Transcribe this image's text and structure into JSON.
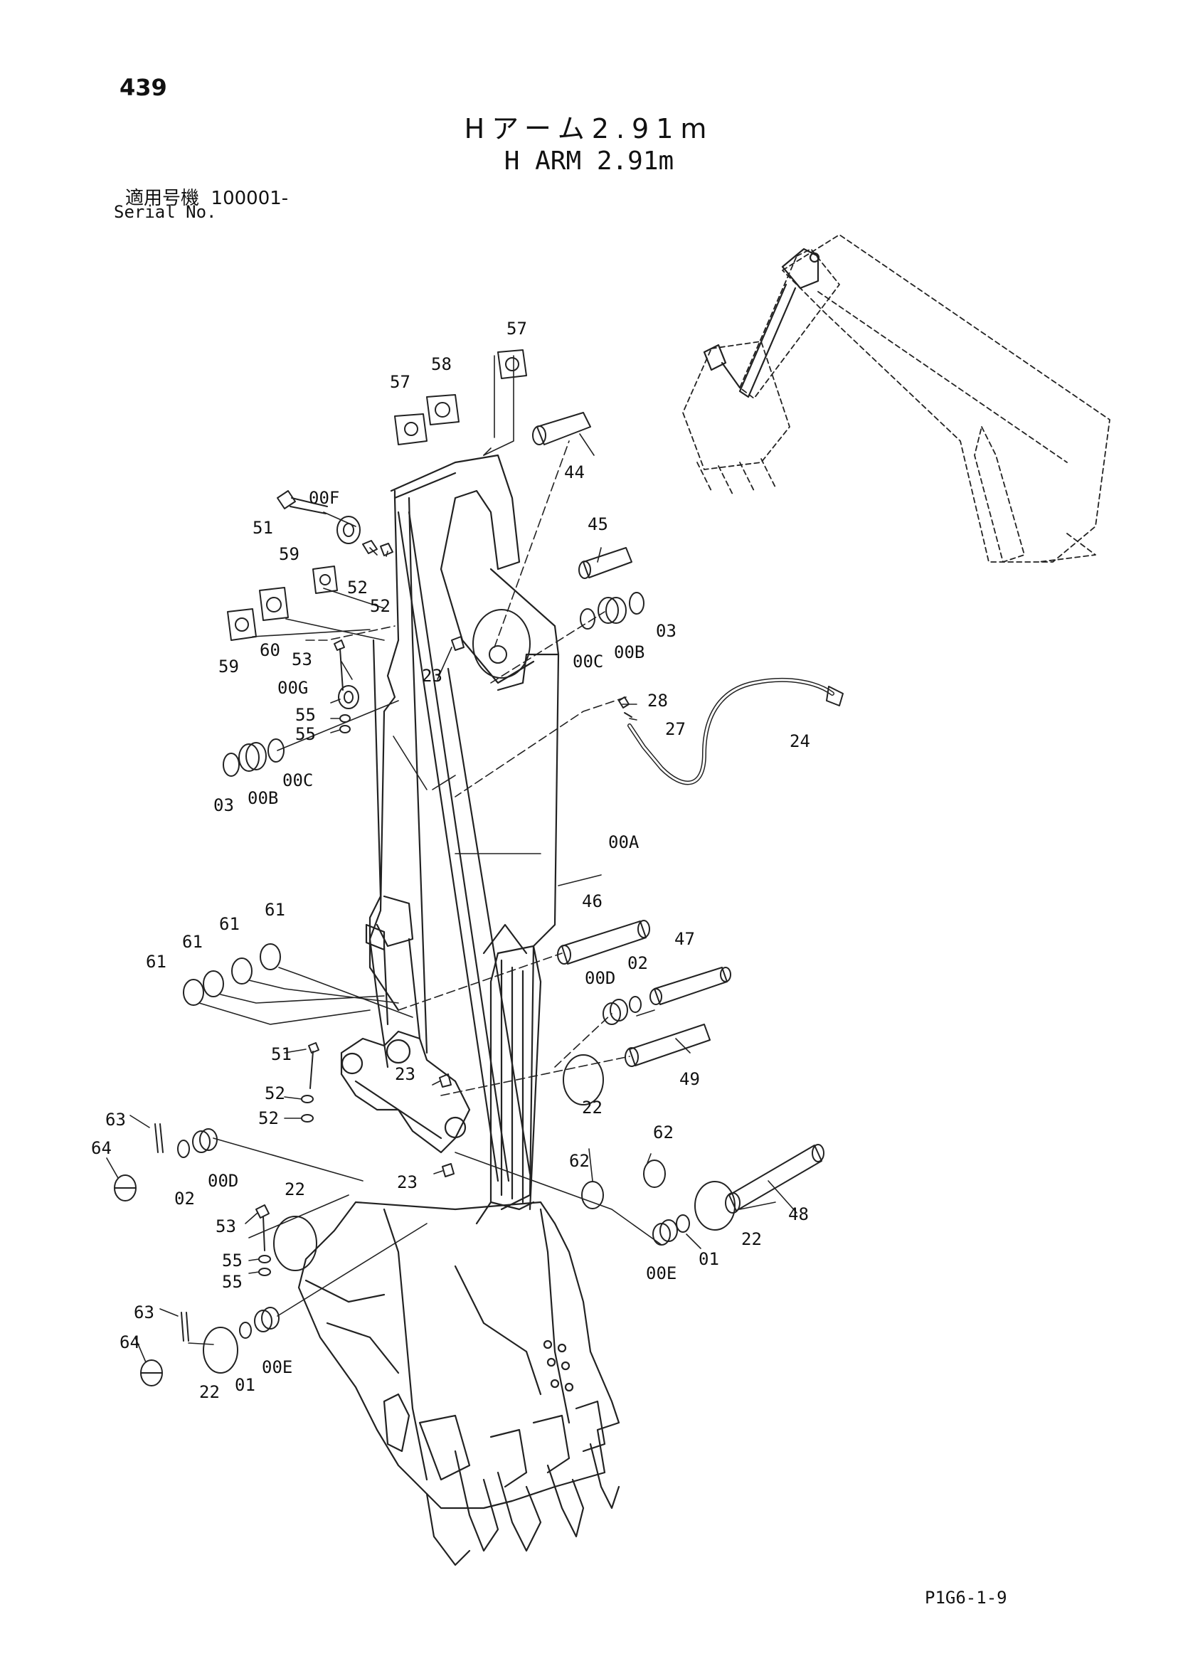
{
  "page_number": "439",
  "title_jp": "Hアーム2.91m",
  "title_en": "H ARM 2.91m",
  "serial_label_jp": "適用号機",
  "serial_value": "100001-",
  "serial_label_en": "Serial No.",
  "doc_code": "P1G6-1-9",
  "parts": {
    "p57a": "57",
    "p58": "58",
    "p57b": "57",
    "p44": "44",
    "p00F": "00F",
    "p51a": "51",
    "p52a": "52",
    "p52b": "52",
    "p59a": "59",
    "p59b": "59",
    "p60": "60",
    "p45": "45",
    "p00C_r": "00C",
    "p00B_r": "00B",
    "p03_r": "03",
    "p53a": "53",
    "p23a": "23",
    "p00G": "00G",
    "p55a": "55",
    "p55b": "55",
    "p28": "28",
    "p27": "27",
    "p24": "24",
    "p03_l": "03",
    "p00B_l": "00B",
    "p00C_l": "00C",
    "p00A": "00A",
    "p46": "46",
    "p47": "47",
    "p00D_r": "00D",
    "p02_r": "02",
    "p61a": "61",
    "p61b": "61",
    "p61c": "61",
    "p61d": "61",
    "p51b": "51",
    "p23b": "23",
    "p22a": "22",
    "p49": "49",
    "p52c": "52",
    "p52d": "52",
    "p63a": "63",
    "p64a": "64",
    "p02_l": "02",
    "p00D_l": "00D",
    "p62a": "62",
    "p62b": "62",
    "p23c": "23",
    "p22b": "22",
    "p53b": "53",
    "p55c": "55",
    "p55d": "55",
    "p00E_r": "00E",
    "p01_r": "01",
    "p22c": "22",
    "p48": "48",
    "p63b": "63",
    "p64b": "64",
    "p22d": "22",
    "p01_l": "01",
    "p00E_l": "00E"
  }
}
